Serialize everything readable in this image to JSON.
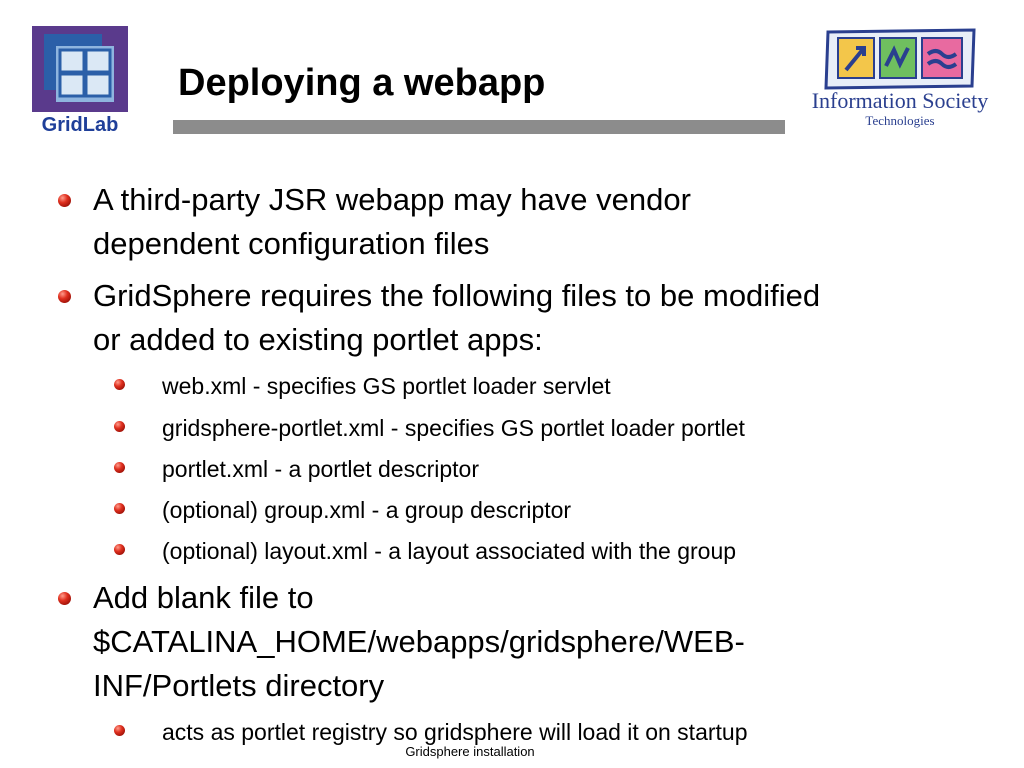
{
  "header": {
    "left_logo_text": "GridLab",
    "title": "Deploying a webapp",
    "right_logo_name": "Information Society",
    "right_logo_sub": "Technologies"
  },
  "bullets": [
    {
      "level": 1,
      "lines": [
        "A third-party JSR webapp may have vendor",
        "dependent configuration files"
      ]
    },
    {
      "level": 1,
      "lines": [
        "GridSphere requires the following files to be modified",
        "or added to existing portlet apps:"
      ]
    },
    {
      "level": 2,
      "lines": [
        "web.xml - specifies GS portlet loader servlet"
      ]
    },
    {
      "level": 2,
      "lines": [
        "gridsphere-portlet.xml - specifies GS portlet loader portlet"
      ]
    },
    {
      "level": 2,
      "lines": [
        "portlet.xml - a portlet descriptor"
      ]
    },
    {
      "level": 2,
      "lines": [
        "(optional) group.xml - a group descriptor"
      ]
    },
    {
      "level": 2,
      "lines": [
        "(optional) layout.xml - a layout associated with the group"
      ]
    },
    {
      "level": 1,
      "lines": [
        "Add blank file to",
        "$CATALINA_HOME/webapps/gridsphere/WEB-",
        "INF/Portlets directory"
      ]
    },
    {
      "level": 2,
      "lines": [
        "acts as portlet registry so gridsphere will load it on startup"
      ]
    }
  ],
  "footer": "Gridsphere installation",
  "colors": {
    "title_rule": "#8c8c8c",
    "gridlab_blue": "#1f3f99",
    "gridlab_purple": "#5a3a8c",
    "ist_blue": "#2a3f8f",
    "bullet_red": "#c0200f"
  },
  "icons": {
    "left_logo": "gridlab-logo-icon",
    "right_logo": "ist-logo-icon",
    "bullet": "red-sphere-bullet-icon"
  }
}
